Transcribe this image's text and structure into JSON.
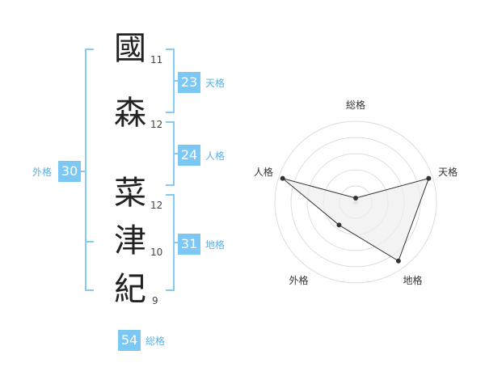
{
  "name": {
    "surname": [
      {
        "char": "國",
        "strokes": "11"
      },
      {
        "char": "森",
        "strokes": "12"
      }
    ],
    "given": [
      {
        "char": "菜",
        "strokes": "12"
      },
      {
        "char": "津",
        "strokes": "10"
      },
      {
        "char": "紀",
        "strokes": "9"
      }
    ]
  },
  "fortunes": {
    "tenkaku": {
      "value": "23",
      "label": "天格"
    },
    "jinkaku": {
      "value": "24",
      "label": "人格"
    },
    "chikaku": {
      "value": "31",
      "label": "地格"
    },
    "gaikaku": {
      "value": "30",
      "label": "外格"
    },
    "soukaku": {
      "value": "54",
      "label": "総格"
    }
  },
  "radar": {
    "axes": [
      "総格",
      "天格",
      "地格",
      "外格",
      "人格"
    ],
    "values": [
      0.05,
      0.95,
      0.9,
      0.35,
      0.95
    ],
    "line_color": "#333333",
    "fill_color": "#eeeeee",
    "ring_color": "#dddddd"
  },
  "colors": {
    "accent": "#7cc8f4",
    "label": "#5ab1e6",
    "bracket": "#86cbf4"
  }
}
